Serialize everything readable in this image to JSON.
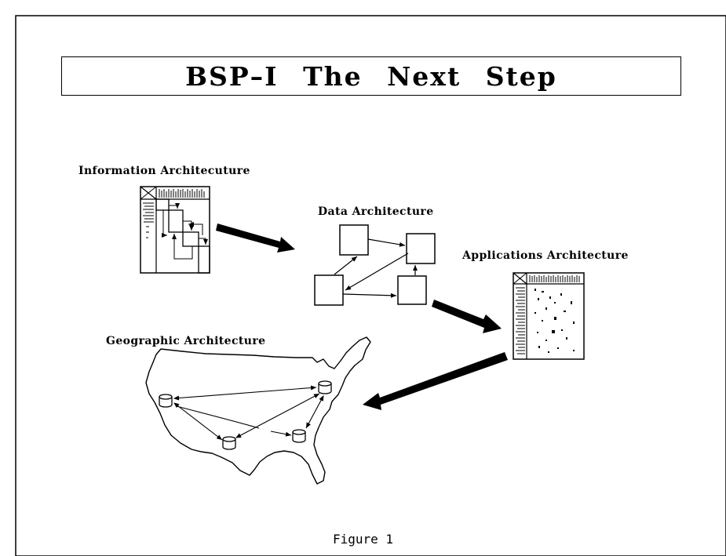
{
  "title": "BSP–I  The Next Step",
  "labels": {
    "information": "Information Architecuture",
    "data": "Data Architecture",
    "applications": "Applications Architecture",
    "geographic": "Geographic Architecture"
  },
  "caption": "Figure 1",
  "colors": {
    "ink": "#000000",
    "paper": "#ffffff"
  }
}
